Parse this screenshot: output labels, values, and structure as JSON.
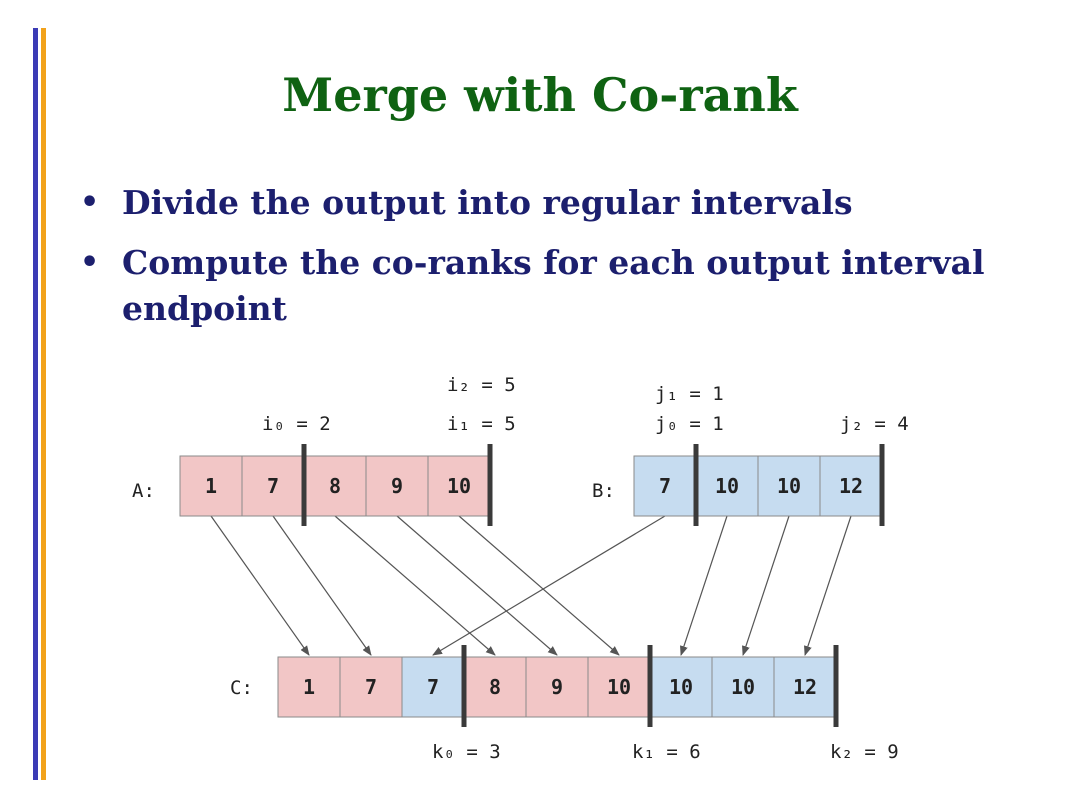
{
  "title": "Merge with Co-rank",
  "bullets": [
    "Divide the output into regular intervals",
    "Compute the co-ranks for each output interval endpoint"
  ],
  "colors": {
    "title": "#0f6212",
    "bullet": "#1c1f6e",
    "a_cell": "#f2c6c6",
    "b_cell": "#c6dcf0"
  },
  "diagram": {
    "array_a": {
      "label": "A:",
      "values": [
        "1",
        "7",
        "8",
        "9",
        "10"
      ]
    },
    "array_b": {
      "label": "B:",
      "values": [
        "7",
        "10",
        "10",
        "12"
      ]
    },
    "array_c": {
      "label": "C:",
      "values": [
        "1",
        "7",
        "7",
        "8",
        "9",
        "10",
        "10",
        "10",
        "12"
      ],
      "sources": [
        "A",
        "A",
        "B",
        "A",
        "A",
        "A",
        "B",
        "B",
        "B"
      ]
    },
    "annotations": {
      "i0": "i₀ = 2",
      "i1": "i₁ = 5",
      "i2": "i₂ = 5",
      "j0": "j₀ = 1",
      "j1": "j₁ = 1",
      "j2": "j₂ = 4",
      "k0": "k₀ = 3",
      "k1": "k₁ = 6",
      "k2": "k₂ = 9"
    }
  }
}
